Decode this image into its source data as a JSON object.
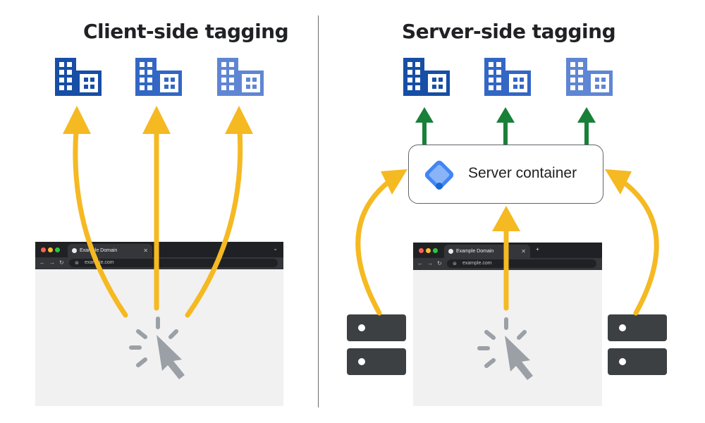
{
  "left": {
    "title": "Client-side tagging",
    "browser": {
      "tab_label": "Example Domain",
      "url": "example.com"
    }
  },
  "right": {
    "title": "Server-side tagging",
    "browser": {
      "tab_label": "Example Domain",
      "url": "example.com"
    },
    "server_container": {
      "label": "Server container",
      "icon": "tag-manager-icon"
    }
  },
  "colors": {
    "arrow_client": "#f5b922",
    "arrow_server": "#188038",
    "building_dark": "#174ea6",
    "building_mid": "#3367c5",
    "building_light": "#5f86d4",
    "cursor": "#9aa0a6",
    "server_rack": "#3c4043"
  }
}
